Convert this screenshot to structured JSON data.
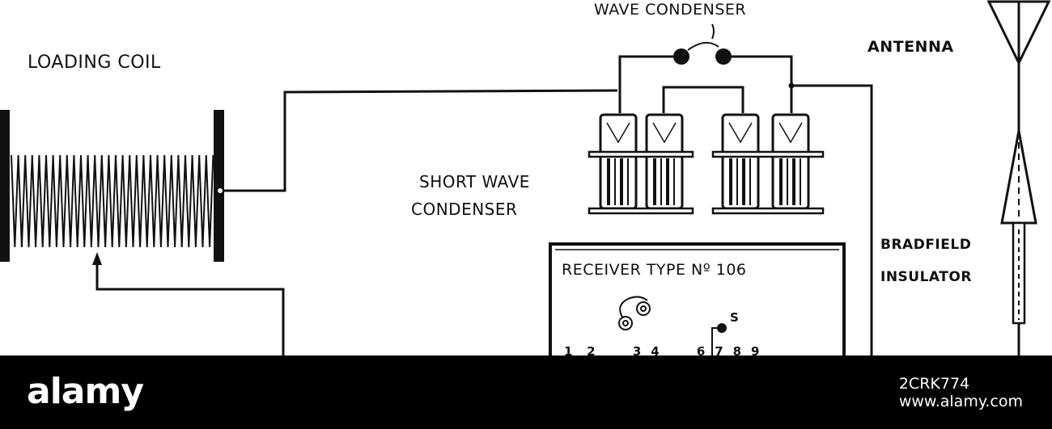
{
  "diagram": {
    "labels": {
      "wave_condenser": "WAVE CONDENSER",
      "loading_coil": "LOADING COIL",
      "antenna": "ANTENNA",
      "short_wave_1": "SHORT WAVE",
      "short_wave_2": "CONDENSER",
      "bradfield_1": "BRADFIELD",
      "bradfield_2": "INSULATOR",
      "receiver_title": "RECEIVER TYPE Nº 106",
      "switch_mark": "S",
      "terminals": "1   2        3  4        6  7  8  9"
    }
  },
  "footer": {
    "logo": "alamy",
    "image_id": "2CRK774",
    "site": "www.alamy.com"
  },
  "colors": {
    "ink": "#111111",
    "paper": "#ffffff",
    "footer_bg": "#000000",
    "footer_text": "#ffffff"
  }
}
